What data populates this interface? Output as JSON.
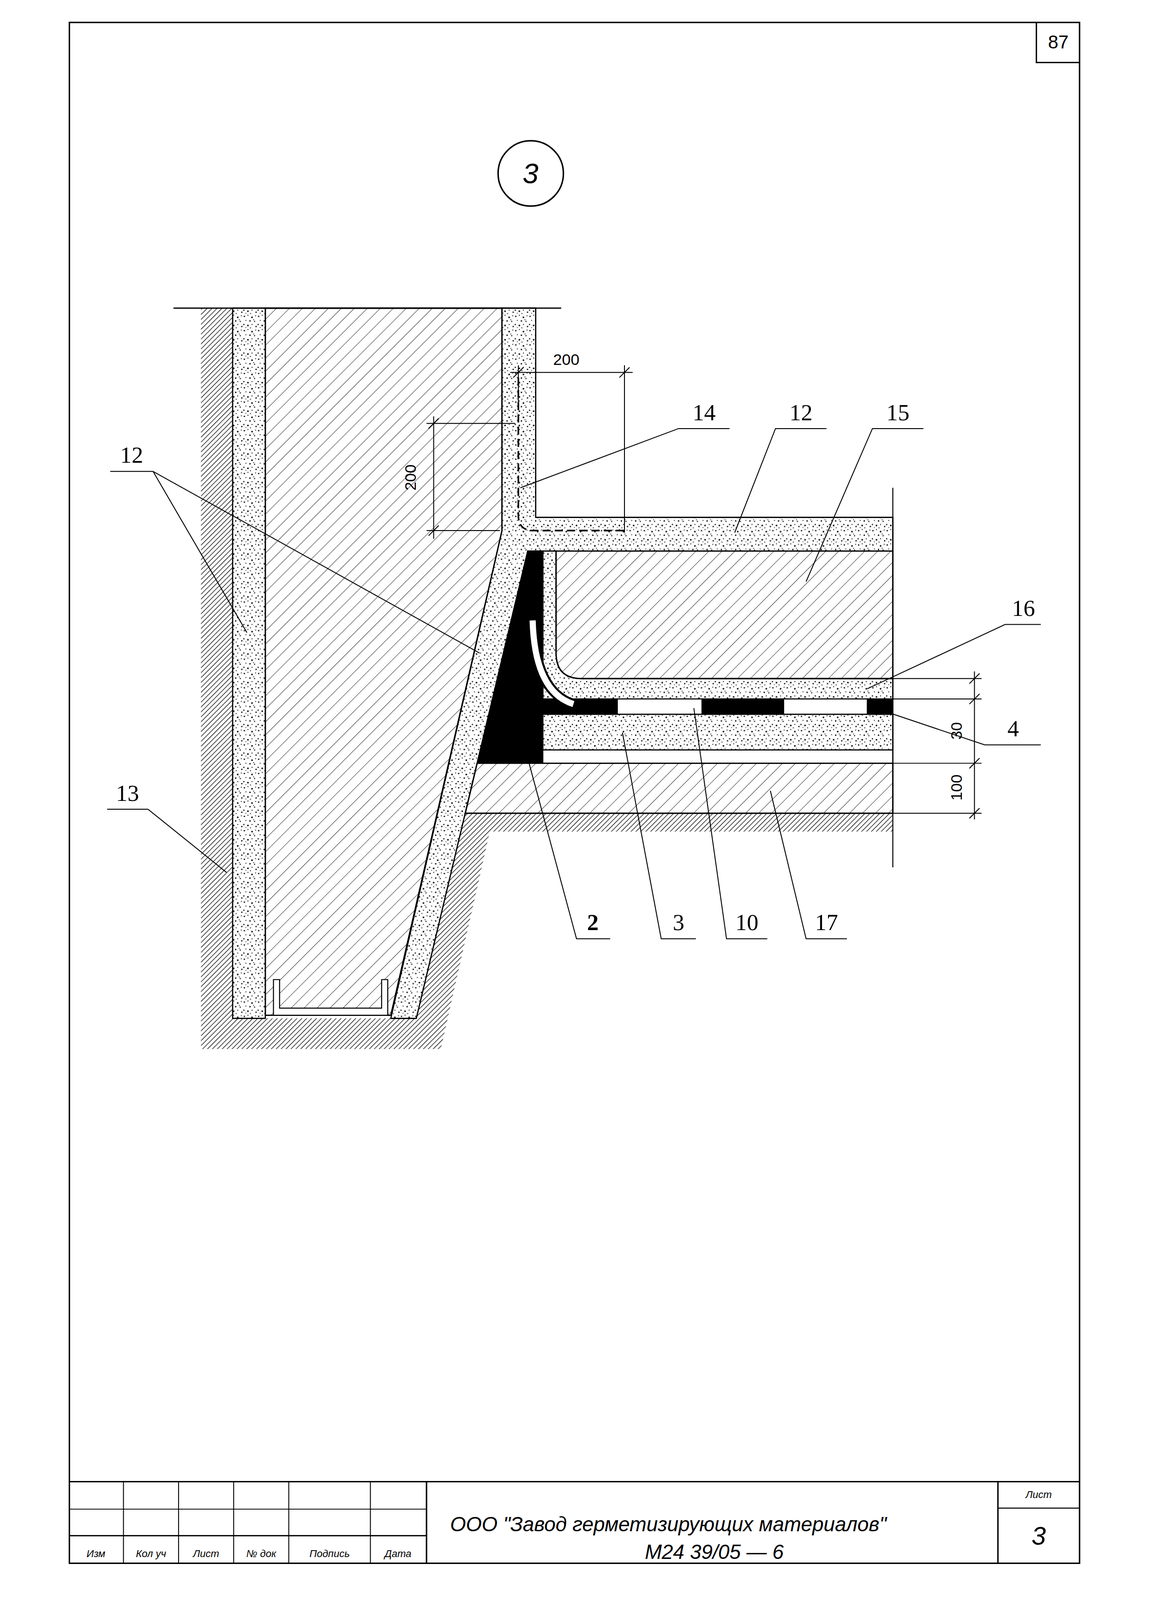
{
  "diagram": {
    "nodes": [
      {
        "text": [
          "87"
        ]
      },
      {
        "text": [
          "3"
        ]
      }
    ],
    "labels": [
      "200",
      "200",
      "14",
      "12",
      "15",
      "12",
      "16",
      "4",
      "30",
      "100",
      "13",
      "2",
      "3",
      "10",
      "17",
      "ООО \"Завод герметизирующих материалов\"",
      "М24 39/05 — 6",
      "Изм",
      "Кол уч",
      "Лист",
      "№ док",
      "Подпись",
      "Дата",
      "Лист",
      "3"
    ]
  }
}
